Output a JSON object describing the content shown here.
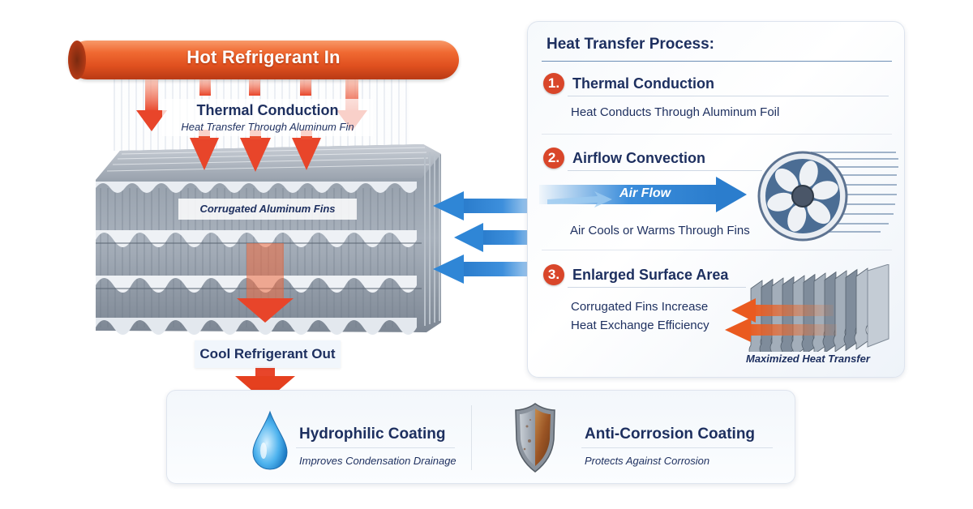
{
  "diagram": {
    "inlet_label": "Hot Refrigerant In",
    "conduction": {
      "title": "Thermal Conduction",
      "subtitle": "Heat Transfer Through Aluminum Fin"
    },
    "fins_label": "Corrugated Aluminum Fins",
    "outlet_label": "Cool Refrigerant Out",
    "colors": {
      "heat_arrow": "#e8452a",
      "air_arrow": "#2f86d6",
      "pipe": "#f06a32",
      "navy_text": "#1d2f5f"
    }
  },
  "panel": {
    "title": "Heat Transfer Process:",
    "steps": [
      {
        "number": "1.",
        "title": "Thermal Conduction",
        "description": "Heat Conducts Through Aluminum Foil"
      },
      {
        "number": "2.",
        "title": "Airflow Convection",
        "arrow_label": "Air Flow",
        "description": "Air Cools or Warms Through Fins",
        "icon": "fan-icon"
      },
      {
        "number": "3.",
        "title": "Enlarged Surface Area",
        "description_line1": "Corrugated Fins Increase",
        "description_line2": "Heat Exchange Efficiency",
        "image_caption": "Maximized Heat Transfer",
        "icon": "fin-stack-icon"
      }
    ]
  },
  "coatings": [
    {
      "title": "Hydrophilic Coating",
      "subtitle": "Improves Condensation Drainage",
      "icon": "water-drop-icon"
    },
    {
      "title": "Anti-Corrosion Coating",
      "subtitle": "Protects Against Corrosion",
      "icon": "shield-icon"
    }
  ]
}
